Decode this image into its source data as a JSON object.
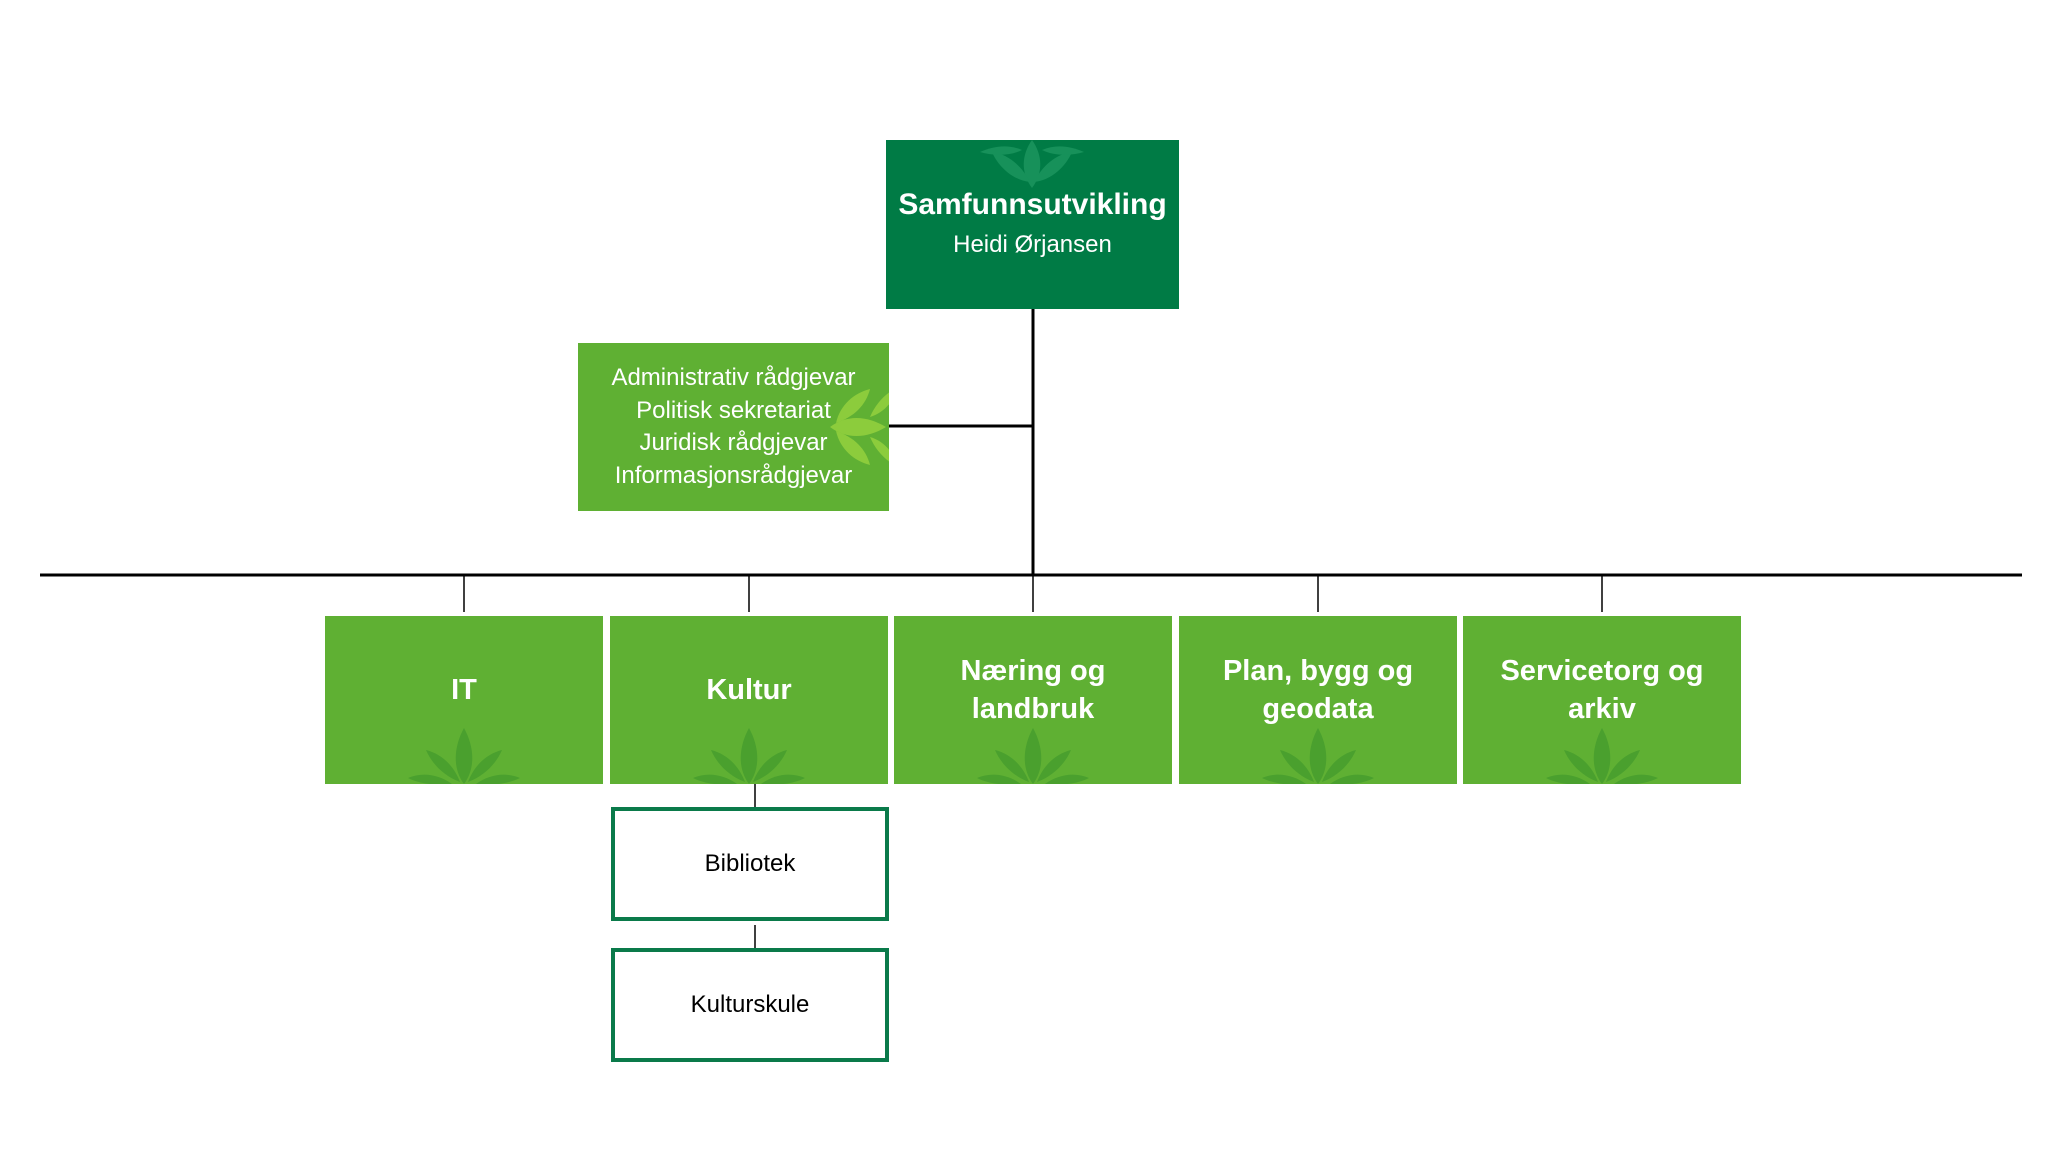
{
  "top_unit": {
    "title": "Samfunnsutvikling",
    "person": "Heidi Ørjansen"
  },
  "staff_unit": {
    "lines": [
      "Administrativ rådgjevar",
      "Politisk sekretariat",
      "Juridisk rådgjevar",
      "Informasjonsrådgjevar"
    ]
  },
  "departments": [
    {
      "label": "IT"
    },
    {
      "label": "Kultur"
    },
    {
      "label": "Næring og landbruk"
    },
    {
      "label": "Plan, bygg og geodata"
    },
    {
      "label": "Servicetorg og arkiv"
    }
  ],
  "sub_units": [
    {
      "label": "Bibliotek"
    },
    {
      "label": "Kulturskule"
    }
  ],
  "colors": {
    "top_unit_fill": "#007b45",
    "unit_fill": "#5fb033",
    "sub_unit_border": "#0a7a4a",
    "connector": "#000000"
  }
}
